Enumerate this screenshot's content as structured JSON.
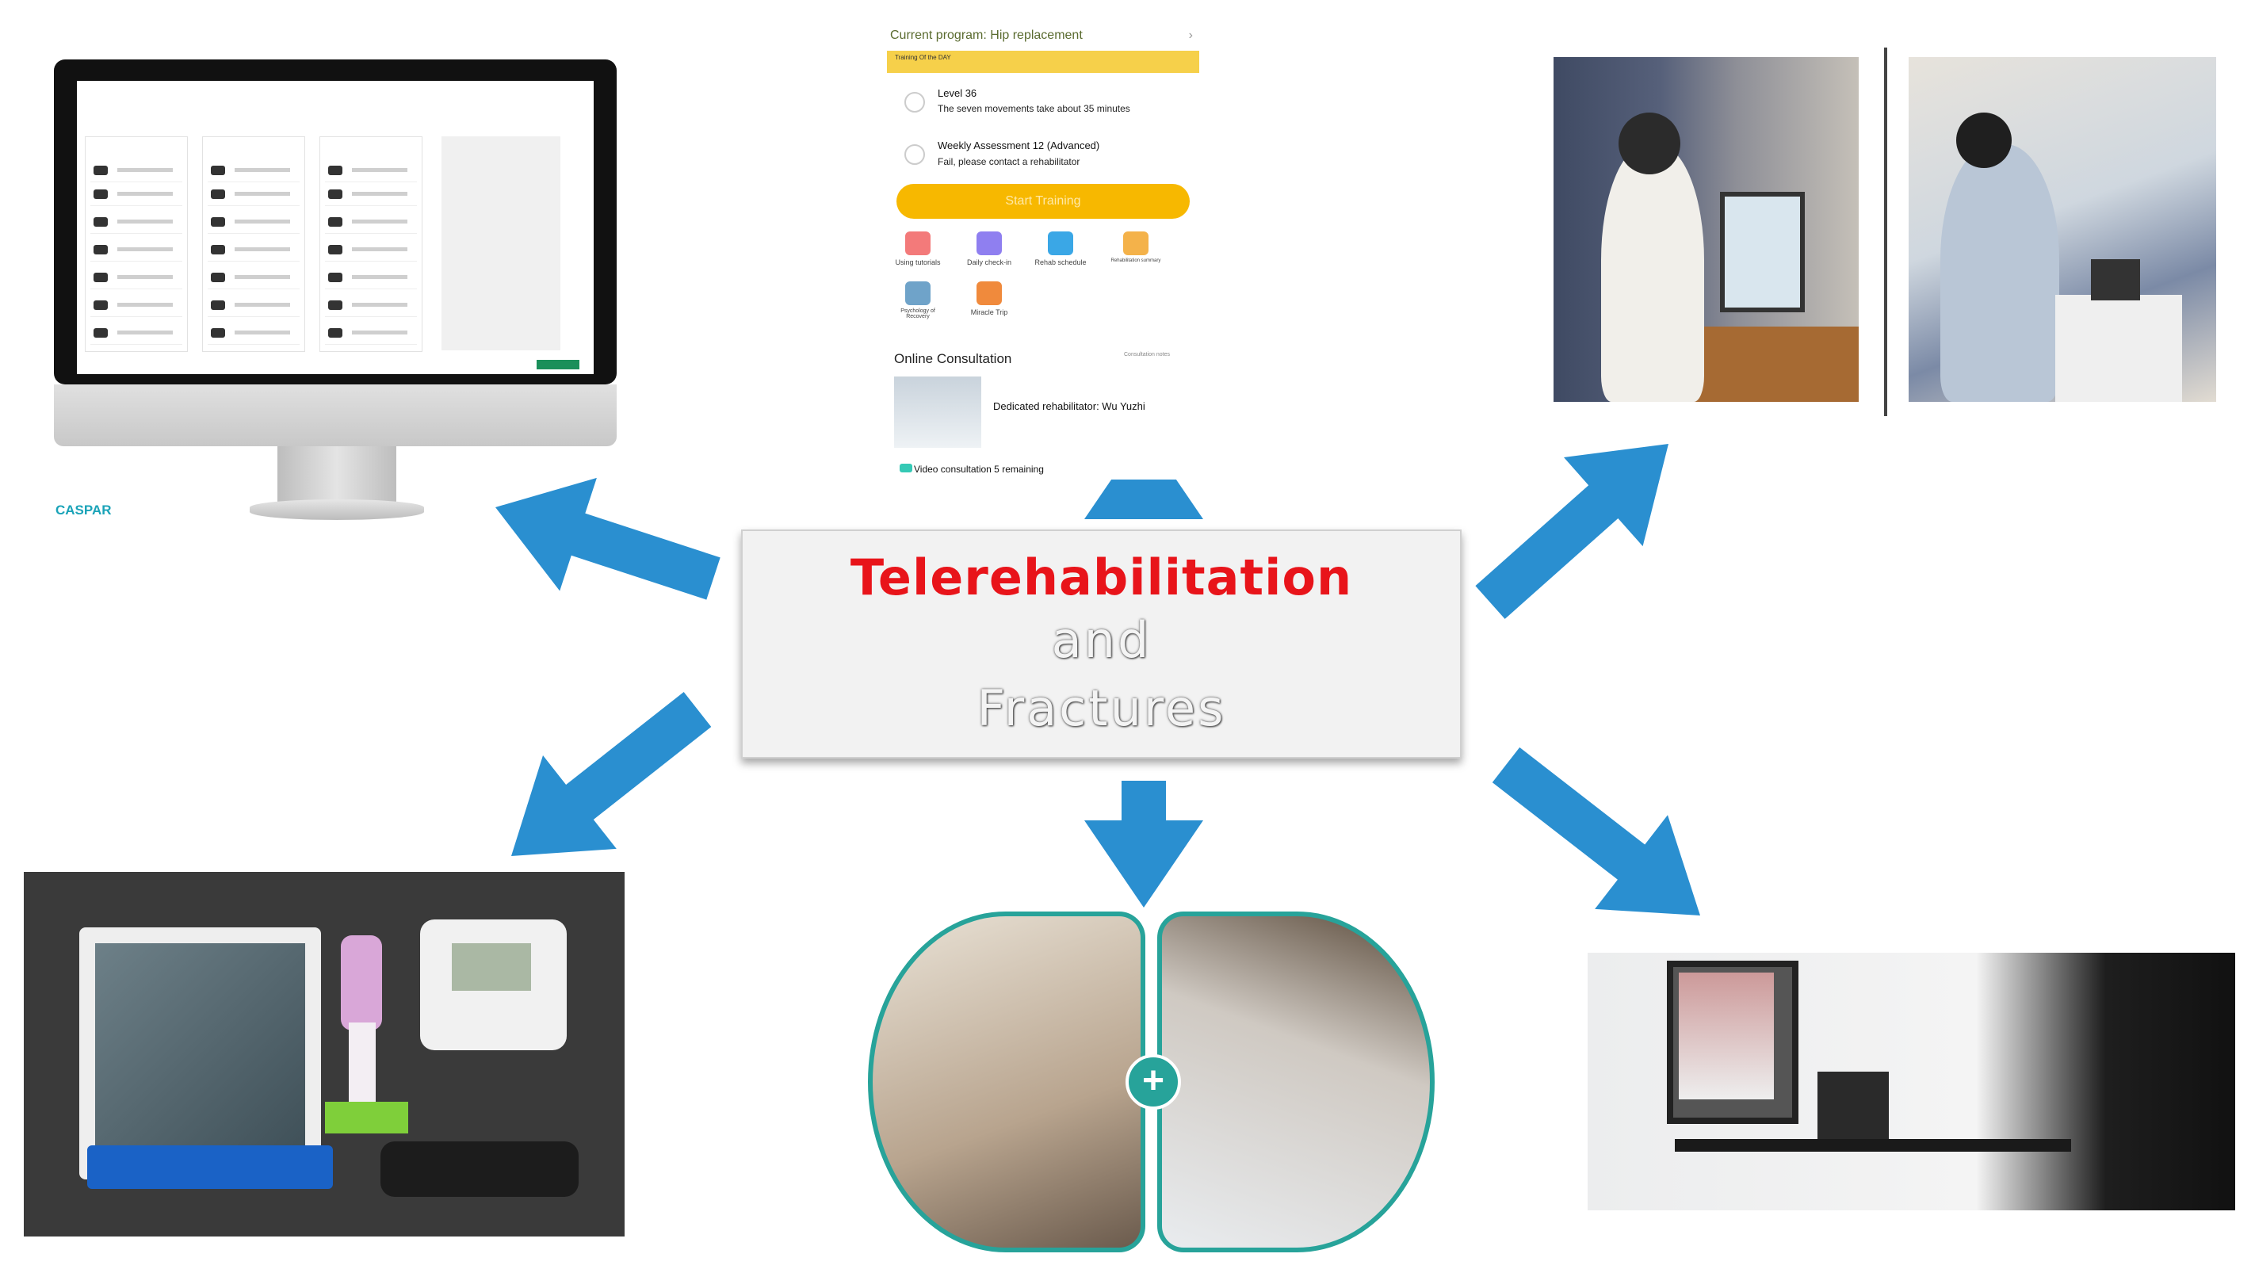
{
  "center": {
    "line1": "Telerehabilitation",
    "line2": "and",
    "line3": "Fractures",
    "title_color": "#e8141a"
  },
  "arrow_color": "#2a8fd0",
  "monitor": {
    "brand": "CASPAR"
  },
  "app": {
    "program": "Current program: Hip replacement",
    "training_of_day": "Training Of the DAY",
    "level": "Level 36",
    "level_desc": "The seven movements take about 35 minutes",
    "assessment": "Weekly Assessment 12 (Advanced)",
    "assessment_desc": "Fail, please contact a rehabilitator",
    "start": "Start Training",
    "tiles": [
      "Using tutorials",
      "Daily check-in",
      "Rehab schedule",
      "Rehabilitation summary",
      "Psychology of Recovery",
      "Miracle Trip"
    ],
    "consultation": "Online Consultation",
    "consultation_link": "Consultation notes",
    "rehabilitator": "Dedicated rehabilitator: Wu Yuzhi",
    "video": "Video consultation 5 remaining"
  }
}
